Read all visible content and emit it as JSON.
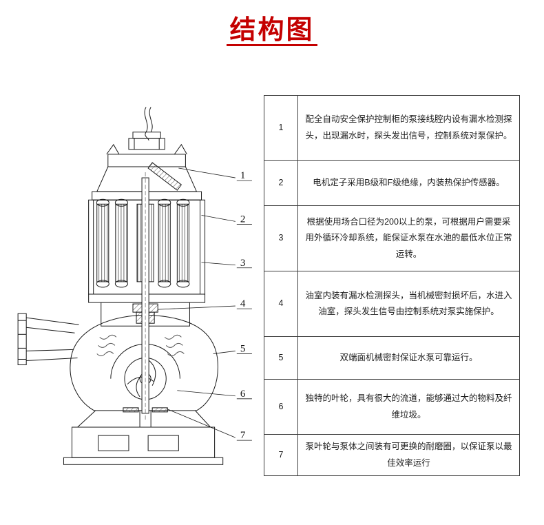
{
  "title": "结构图",
  "colors": {
    "accent": "#c40000",
    "line": "#1a1a1a"
  },
  "table": {
    "rows": [
      {
        "num": "1",
        "text": "配全自动安全保护控制柜的泵接线腔内设有漏水检测探头，出现漏水时，探头发出信号，控制系统对泵保护。"
      },
      {
        "num": "2",
        "text": "电机定子采用B级和F级绝缘，内装热保护传感器。"
      },
      {
        "num": "3",
        "text": "根据使用场合口径为200以上的泵，可根据用户需要采用外循环冷却系统，能保证水泵在水池的最低水位正常运转。"
      },
      {
        "num": "4",
        "text": "油室内装有漏水检测探头，当机械密封损坏后，水进入油室，探头发生信号由控制系统对泵实施保护。"
      },
      {
        "num": "5",
        "text": "双端面机械密封保证水泵可靠运行。"
      },
      {
        "num": "6",
        "text": "独特的叶轮，具有很大的流道，能够通过大的物料及纤维垃圾。"
      },
      {
        "num": "7",
        "text": "泵叶轮与泵体之间装有可更换的耐磨圈，以保证泵以最佳效率运行"
      }
    ]
  },
  "diagram": {
    "labels": [
      "1",
      "2",
      "3",
      "4",
      "5",
      "6",
      "7"
    ]
  }
}
